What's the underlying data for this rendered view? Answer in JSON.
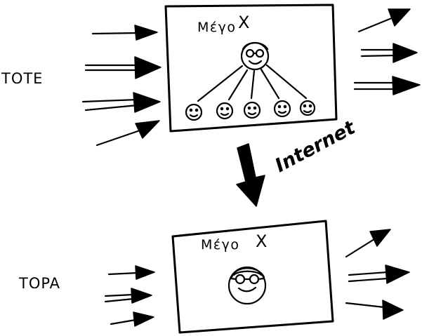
{
  "labels": {
    "before": "TOTE",
    "after": "TOPA",
    "connection": "Internet"
  },
  "top_box": {
    "title": "Μέγο",
    "title_mark": "X"
  },
  "bottom_box": {
    "title": "Μέγο",
    "title_mark": "X"
  },
  "style": {
    "ink_color": "#000000",
    "background": "#ffffff"
  }
}
